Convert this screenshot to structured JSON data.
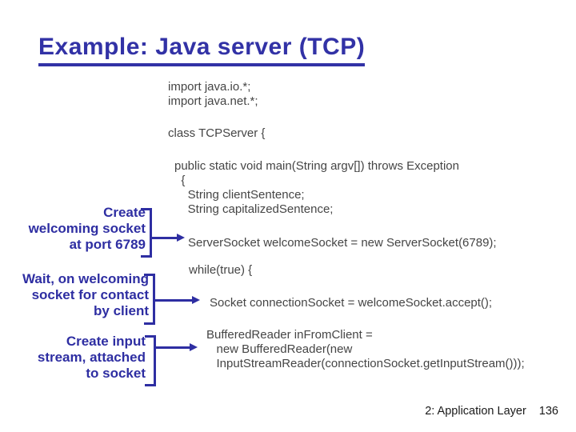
{
  "slide": {
    "title": "Example: Java server (TCP)",
    "footer": {
      "section": "2: Application Layer",
      "page": "136"
    }
  },
  "code": {
    "imports": "import java.io.*;\nimport java.net.*;",
    "class_decl": "class TCPServer {",
    "main_block": "public static void main(String argv[]) throws Exception\n  {\n    String clientSentence;\n    String capitalizedSentence;",
    "server_socket": "ServerSocket welcomeSocket = new ServerSocket(6789);",
    "while_loop": "while(true) {",
    "accept": "Socket connectionSocket = welcomeSocket.accept();",
    "buffered_reader": "BufferedReader inFromClient =\n   new BufferedReader(new\n   InputStreamReader(connectionSocket.getInputStream()));"
  },
  "annotations": [
    {
      "text": "Create\nwelcoming socket\nat port 6789"
    },
    {
      "text": "Wait, on welcoming\nsocket for contact\nby client"
    },
    {
      "text": "Create input\nstream, attached\nto socket"
    }
  ],
  "colors": {
    "title_blue": "#3232a6",
    "annotation_blue": "#2e2ea2",
    "code_gray": "#454545",
    "footer_black": "#1a1a1a",
    "background": "#ffffff"
  }
}
